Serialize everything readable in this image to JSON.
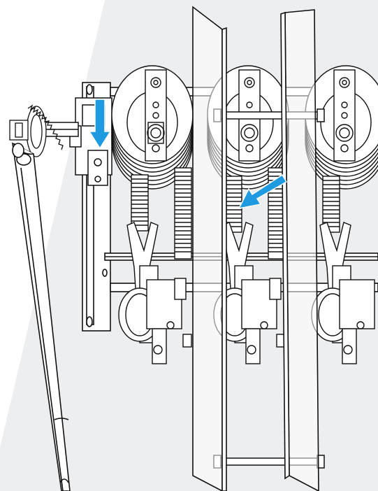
{
  "illustration": {
    "background_color": "#edeef0",
    "line_color": "#111111",
    "fill_color": "#ffffff",
    "arrow_color": "#1e9be0"
  },
  "arrows": [
    {
      "name": "arrow-down-indicator",
      "direction": "down"
    },
    {
      "name": "arrow-down-left-indicator",
      "direction": "down-left"
    }
  ],
  "components": {
    "breaker_poles": 3,
    "insulating_barriers": 2,
    "operating_rod": 1
  }
}
